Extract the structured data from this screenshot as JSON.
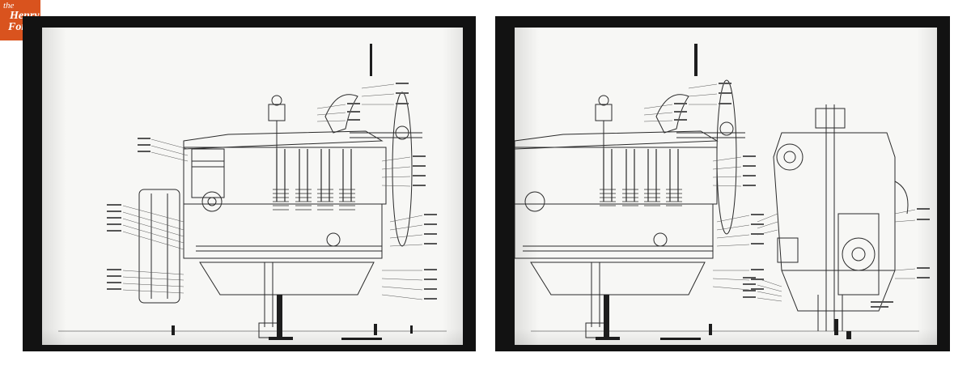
{
  "logo": {
    "line1": "the",
    "line2": "Henry",
    "line3": "Ford"
  },
  "colors": {
    "logo_background": "#d9531e",
    "mount": "#121212",
    "paper": "#f7f7f5",
    "ink": "#2a2a2a"
  },
  "drawings": [
    {
      "label": "engine-side-section-drawing"
    },
    {
      "label": "engine-side-and-end-section-drawing"
    }
  ]
}
